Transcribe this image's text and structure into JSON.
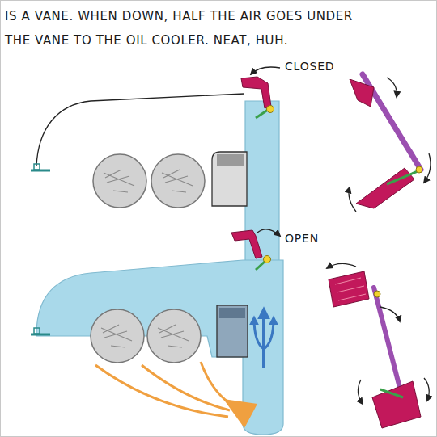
{
  "diagram": {
    "labels": [
      "IS A VANE. WHEN DOWN, HALF THE AIR GOES UNDER THE VANE TO THE OIL COOLER. NEAT, HUH.",
      "CLOSED",
      "OPEN"
    ]
  }
}
